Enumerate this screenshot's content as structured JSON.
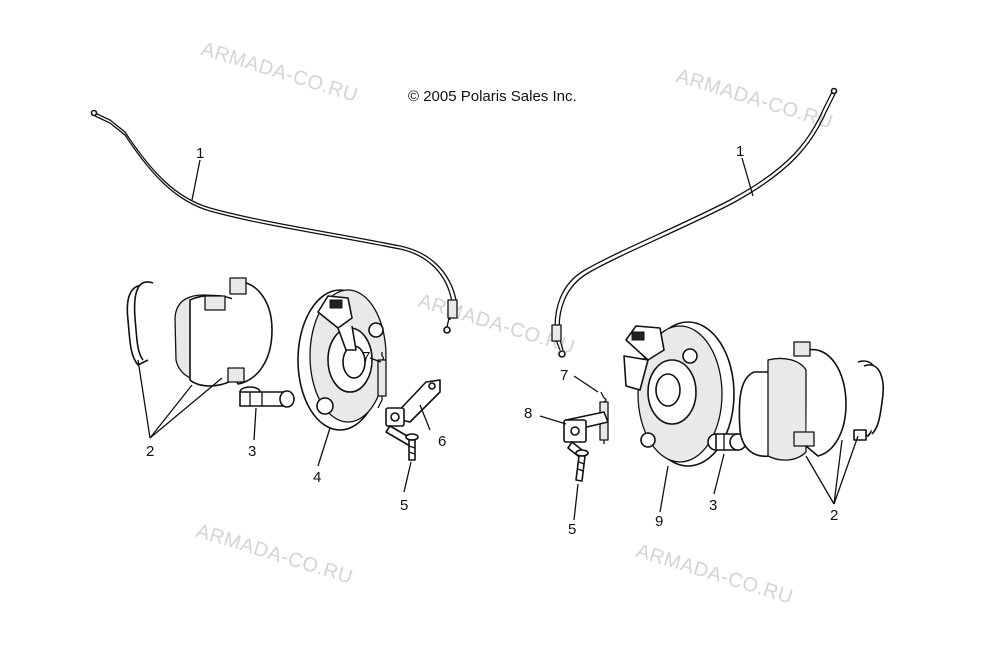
{
  "copyright": "© 2005 Polaris Sales Inc.",
  "watermarks": [
    "ARMADA-CO.RU",
    "ARMADA-CO.RU",
    "ARMADA-CO.RU",
    "ARMADA-CO.RU",
    "ARMADA-CO.RU"
  ],
  "callouts": {
    "left": {
      "cable": "1",
      "shoes": "2",
      "cam_left": "3",
      "backing_plate": "4",
      "bolt": "5",
      "lever": "6",
      "spring": "7"
    },
    "right": {
      "cable": "1",
      "spring": "7",
      "lever": "8",
      "bolt": "5",
      "backing_plate": "9",
      "cam": "3",
      "shoes": "2"
    }
  }
}
